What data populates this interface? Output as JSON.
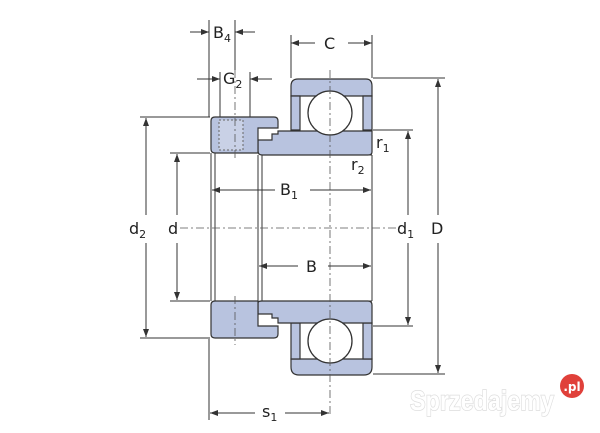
{
  "diagram": {
    "labels": {
      "B4": {
        "main": "B",
        "sub": "4"
      },
      "G2": {
        "main": "G",
        "sub": "2"
      },
      "C": {
        "main": "C"
      },
      "r1": {
        "main": "r",
        "sub": "1"
      },
      "r2": {
        "main": "r",
        "sub": "2"
      },
      "B1": {
        "main": "B",
        "sub": "1"
      },
      "B": {
        "main": "B"
      },
      "d2": {
        "main": "d",
        "sub": "2"
      },
      "d": {
        "main": "d"
      },
      "d1": {
        "main": "d",
        "sub": "1"
      },
      "D": {
        "main": "D"
      },
      "s1": {
        "main": "s",
        "sub": "1"
      }
    },
    "colors": {
      "part_fill": "#b8c3df",
      "line": "#333333",
      "watermark_badge": "#e0403a"
    }
  },
  "watermark": {
    "text": "Sprzedajemy",
    "badge": ".pl"
  }
}
